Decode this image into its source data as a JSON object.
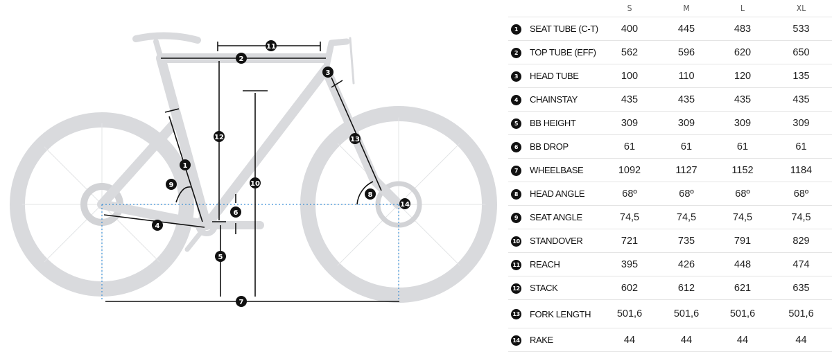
{
  "table": {
    "sizes": [
      "S",
      "M",
      "L",
      "XL"
    ],
    "rows": [
      {
        "num": "1",
        "label": "SEAT TUBE (C-T)",
        "values": [
          "400",
          "445",
          "483",
          "533"
        ]
      },
      {
        "num": "2",
        "label": "TOP TUBE (EFF)",
        "values": [
          "562",
          "596",
          "620",
          "650"
        ]
      },
      {
        "num": "3",
        "label": "HEAD TUBE",
        "values": [
          "100",
          "110",
          "120",
          "135"
        ]
      },
      {
        "num": "4",
        "label": "CHAINSTAY",
        "values": [
          "435",
          "435",
          "435",
          "435"
        ]
      },
      {
        "num": "5",
        "label": "BB HEIGHT",
        "values": [
          "309",
          "309",
          "309",
          "309"
        ]
      },
      {
        "num": "6",
        "label": "BB DROP",
        "values": [
          "61",
          "61",
          "61",
          "61"
        ]
      },
      {
        "num": "7",
        "label": "WHEELBASE",
        "values": [
          "1092",
          "1127",
          "1152",
          "1184"
        ]
      },
      {
        "num": "8",
        "label": "HEAD ANGLE",
        "values": [
          "68º",
          "68º",
          "68º",
          "68º"
        ]
      },
      {
        "num": "9",
        "label": "SEAT ANGLE",
        "values": [
          "74,5",
          "74,5",
          "74,5",
          "74,5"
        ]
      },
      {
        "num": "10",
        "label": "STANDOVER",
        "values": [
          "721",
          "735",
          "791",
          "829"
        ]
      },
      {
        "num": "11",
        "label": "REACH",
        "values": [
          "395",
          "426",
          "448",
          "474"
        ]
      },
      {
        "num": "12",
        "label": "STACK",
        "values": [
          "602",
          "612",
          "621",
          "635"
        ]
      },
      {
        "num": "13",
        "label": "FORK LENGTH",
        "values": [
          "501,6",
          "501,6",
          "501,6",
          "501,6"
        ]
      },
      {
        "num": "14",
        "label": "RAKE",
        "values": [
          "44",
          "44",
          "44",
          "44"
        ]
      }
    ]
  },
  "diagram": {
    "markers": [
      "1",
      "2",
      "3",
      "4",
      "5",
      "6",
      "7",
      "8",
      "9",
      "10",
      "11",
      "12",
      "13",
      "14"
    ],
    "colors": {
      "bike": "#d9dadd",
      "dim": "#111111",
      "guide": "#3b8fd6"
    }
  }
}
